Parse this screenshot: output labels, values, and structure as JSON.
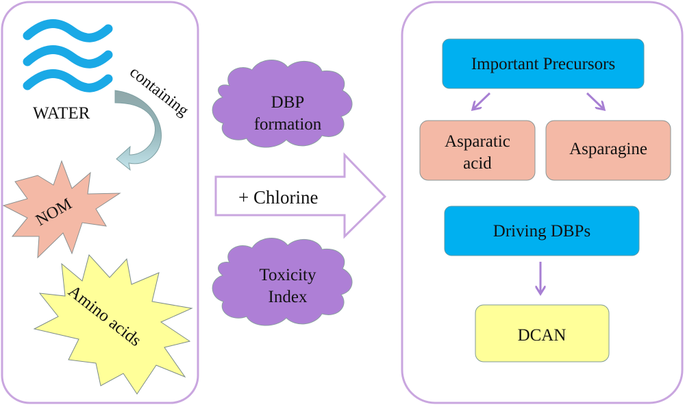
{
  "left_panel": {
    "water_label": "WATER",
    "containing_label": "containing",
    "nom_label": "NOM",
    "amino_acids_label": "Amino acids"
  },
  "middle": {
    "cloud_top_line1": "DBP",
    "cloud_top_line2": "formation",
    "arrow_label": "+ Chlorine",
    "cloud_bottom_line1": "Toxicity",
    "cloud_bottom_line2": "Index"
  },
  "right_panel": {
    "important_precursors": "Important Precursors",
    "asparatic_line1": "Asparatic",
    "asparatic_line2": "acid",
    "asparagine": "Asparagine",
    "driving_dbps": "Driving DBPs",
    "dcan": "DCAN"
  },
  "colors": {
    "panel_border": "#c9a6df",
    "water_blue": "#1aa9e6",
    "blue_box": "#00b0f0",
    "salmon": "#f4b9a6",
    "yellow": "#ffff99",
    "cloud_purple": "#ae7fd6",
    "arrow_purple": "#a77fd3"
  }
}
